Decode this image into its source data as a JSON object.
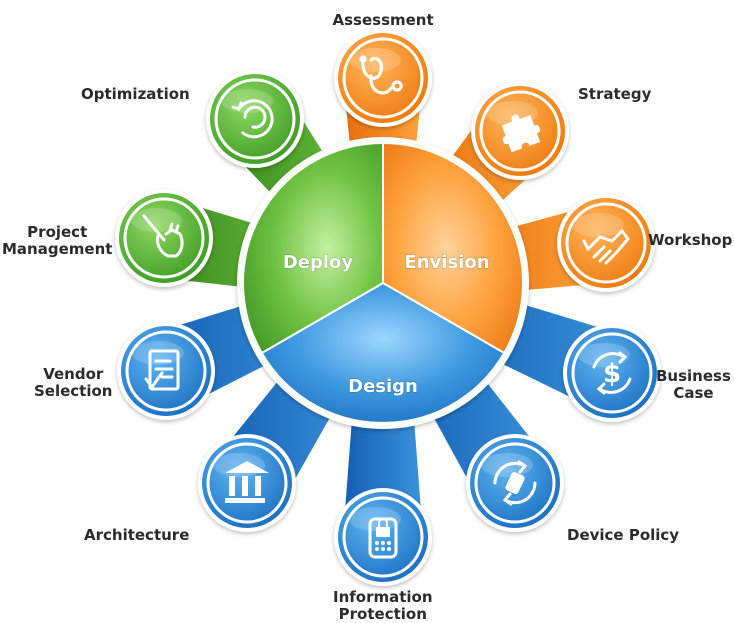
{
  "segments": [
    {
      "key": "envision",
      "label": "Envision",
      "color_light": "#ffb15a",
      "color_dark": "#e8770a"
    },
    {
      "key": "design",
      "label": "Design",
      "color_light": "#5cb2ec",
      "color_dark": "#1b73c4"
    },
    {
      "key": "deploy",
      "label": "Deploy",
      "color_light": "#8fd65e",
      "color_dark": "#3e9c25"
    }
  ],
  "items": [
    {
      "key": "assessment",
      "label": "Assessment",
      "group": "envision",
      "icon": "stethoscope-icon"
    },
    {
      "key": "strategy",
      "label": "Strategy",
      "group": "envision",
      "icon": "puzzle-icon"
    },
    {
      "key": "workshop",
      "label": "Workshop",
      "group": "envision",
      "icon": "handshake-icon"
    },
    {
      "key": "business-case",
      "label": "Business\nCase",
      "group": "design",
      "icon": "dollar-cycle-icon"
    },
    {
      "key": "device-policy",
      "label": "Device Policy",
      "group": "design",
      "icon": "phone-cycle-icon"
    },
    {
      "key": "information-protection",
      "label": "Information\nProtection",
      "group": "design",
      "icon": "mobile-lock-icon"
    },
    {
      "key": "architecture",
      "label": "Architecture",
      "group": "design",
      "icon": "columns-building-icon"
    },
    {
      "key": "vendor-selection",
      "label": "Vendor\nSelection",
      "group": "design",
      "icon": "checklist-icon"
    },
    {
      "key": "project-management",
      "label": "Project\nManagement",
      "group": "deploy",
      "icon": "hand-pointer-icon"
    },
    {
      "key": "optimization",
      "label": "Optimization",
      "group": "deploy",
      "icon": "cycle-arrows-icon"
    }
  ]
}
